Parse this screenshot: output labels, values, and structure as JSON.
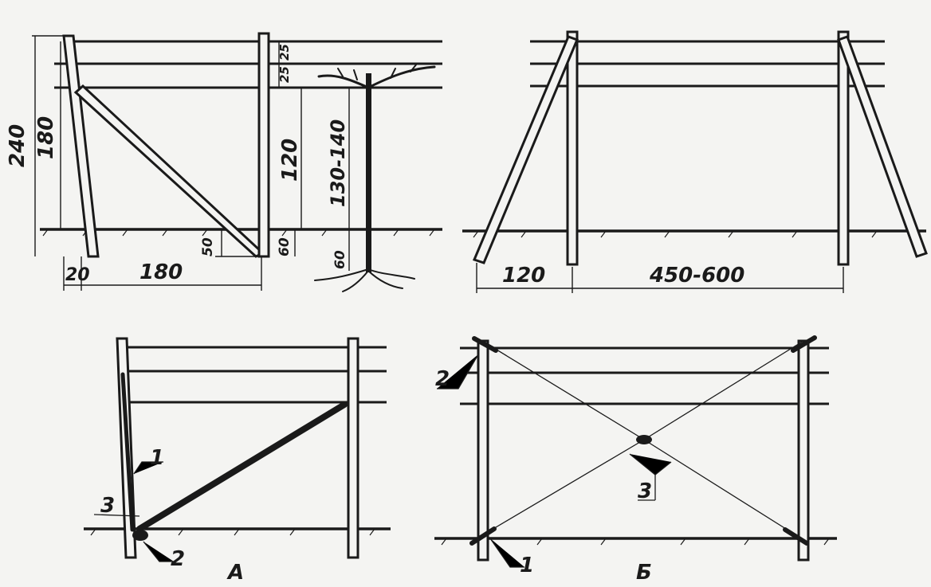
{
  "panels": {
    "top_left": {
      "dims": {
        "h240": "240",
        "h180": "180",
        "h120": "120",
        "h130_140": "130-140",
        "h25a": "25",
        "h25b": "25",
        "d50": "50",
        "d60a": "60",
        "d60b": "60",
        "w20": "20",
        "w180": "180"
      }
    },
    "top_right": {
      "dims": {
        "w120": "120",
        "w450_600": "450-600"
      }
    },
    "bottom_left": {
      "caption": "А",
      "callouts": {
        "c1": "1",
        "c2": "2",
        "c3": "3"
      }
    },
    "bottom_right": {
      "caption": "Б",
      "callouts": {
        "c1": "1",
        "c2": "2",
        "c3": "3"
      }
    }
  },
  "colors": {
    "ink": "#1a1a1a",
    "paper": "#f4f4f2"
  }
}
